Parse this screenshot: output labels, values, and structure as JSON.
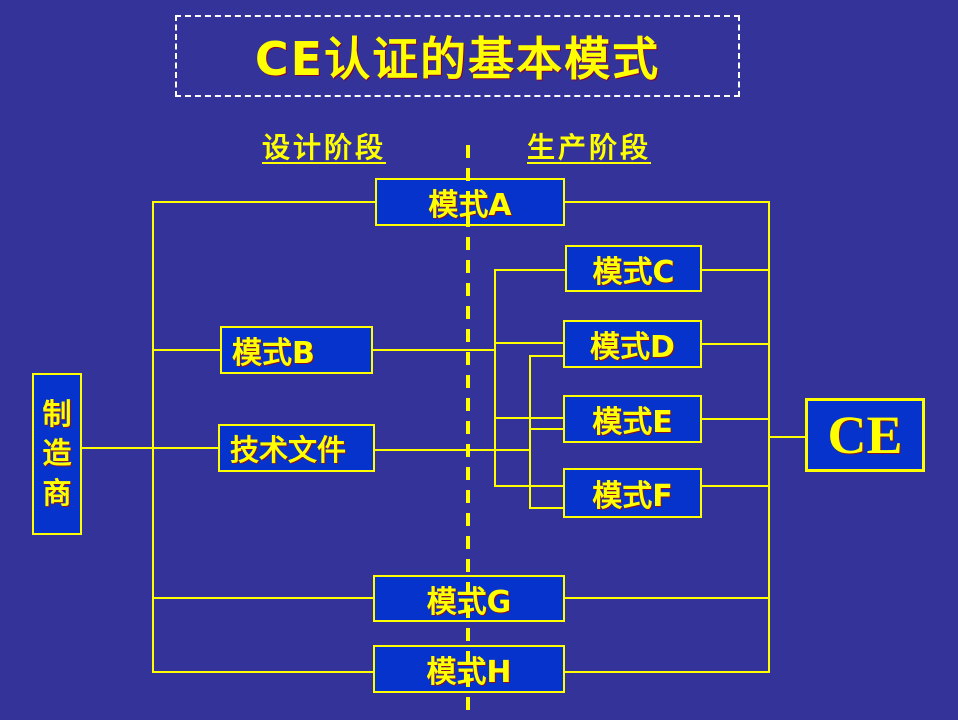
{
  "title": "CE认证的基本模式",
  "phase_headers": {
    "design": "设计阶段",
    "production": "生产阶段"
  },
  "nodes": {
    "manufacturer": {
      "label": "制造商"
    },
    "mode_a": {
      "label": "模式A"
    },
    "mode_b": {
      "label": "模式B"
    },
    "tech_doc": {
      "label": "技术文件"
    },
    "mode_c": {
      "label": "模式C"
    },
    "mode_d": {
      "label": "模式D"
    },
    "mode_e": {
      "label": "模式E"
    },
    "mode_f": {
      "label": "模式F"
    },
    "mode_g": {
      "label": "模式G"
    },
    "mode_h": {
      "label": "模式H"
    },
    "ce": {
      "label": "CE"
    }
  },
  "colors": {
    "background": "#333399",
    "node_fill": "#0533CC",
    "accent_yellow": "#FFFF00",
    "title_border": "#FFFFFF"
  }
}
